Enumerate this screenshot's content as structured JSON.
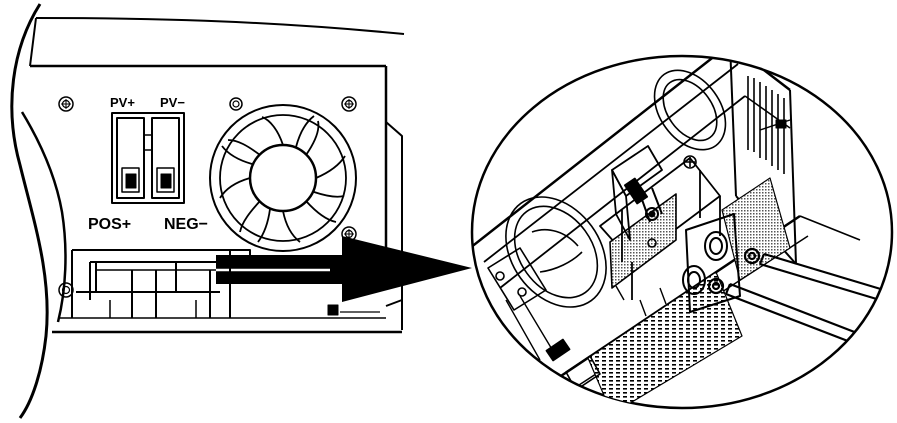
{
  "labels": {
    "pv_plus": "PV+",
    "pv_minus": "PV−",
    "pos_plus": "POS+",
    "neg_minus": "NEG−"
  },
  "colors": {
    "ink": "#000000",
    "paper": "#ffffff",
    "screen": "#555555"
  }
}
